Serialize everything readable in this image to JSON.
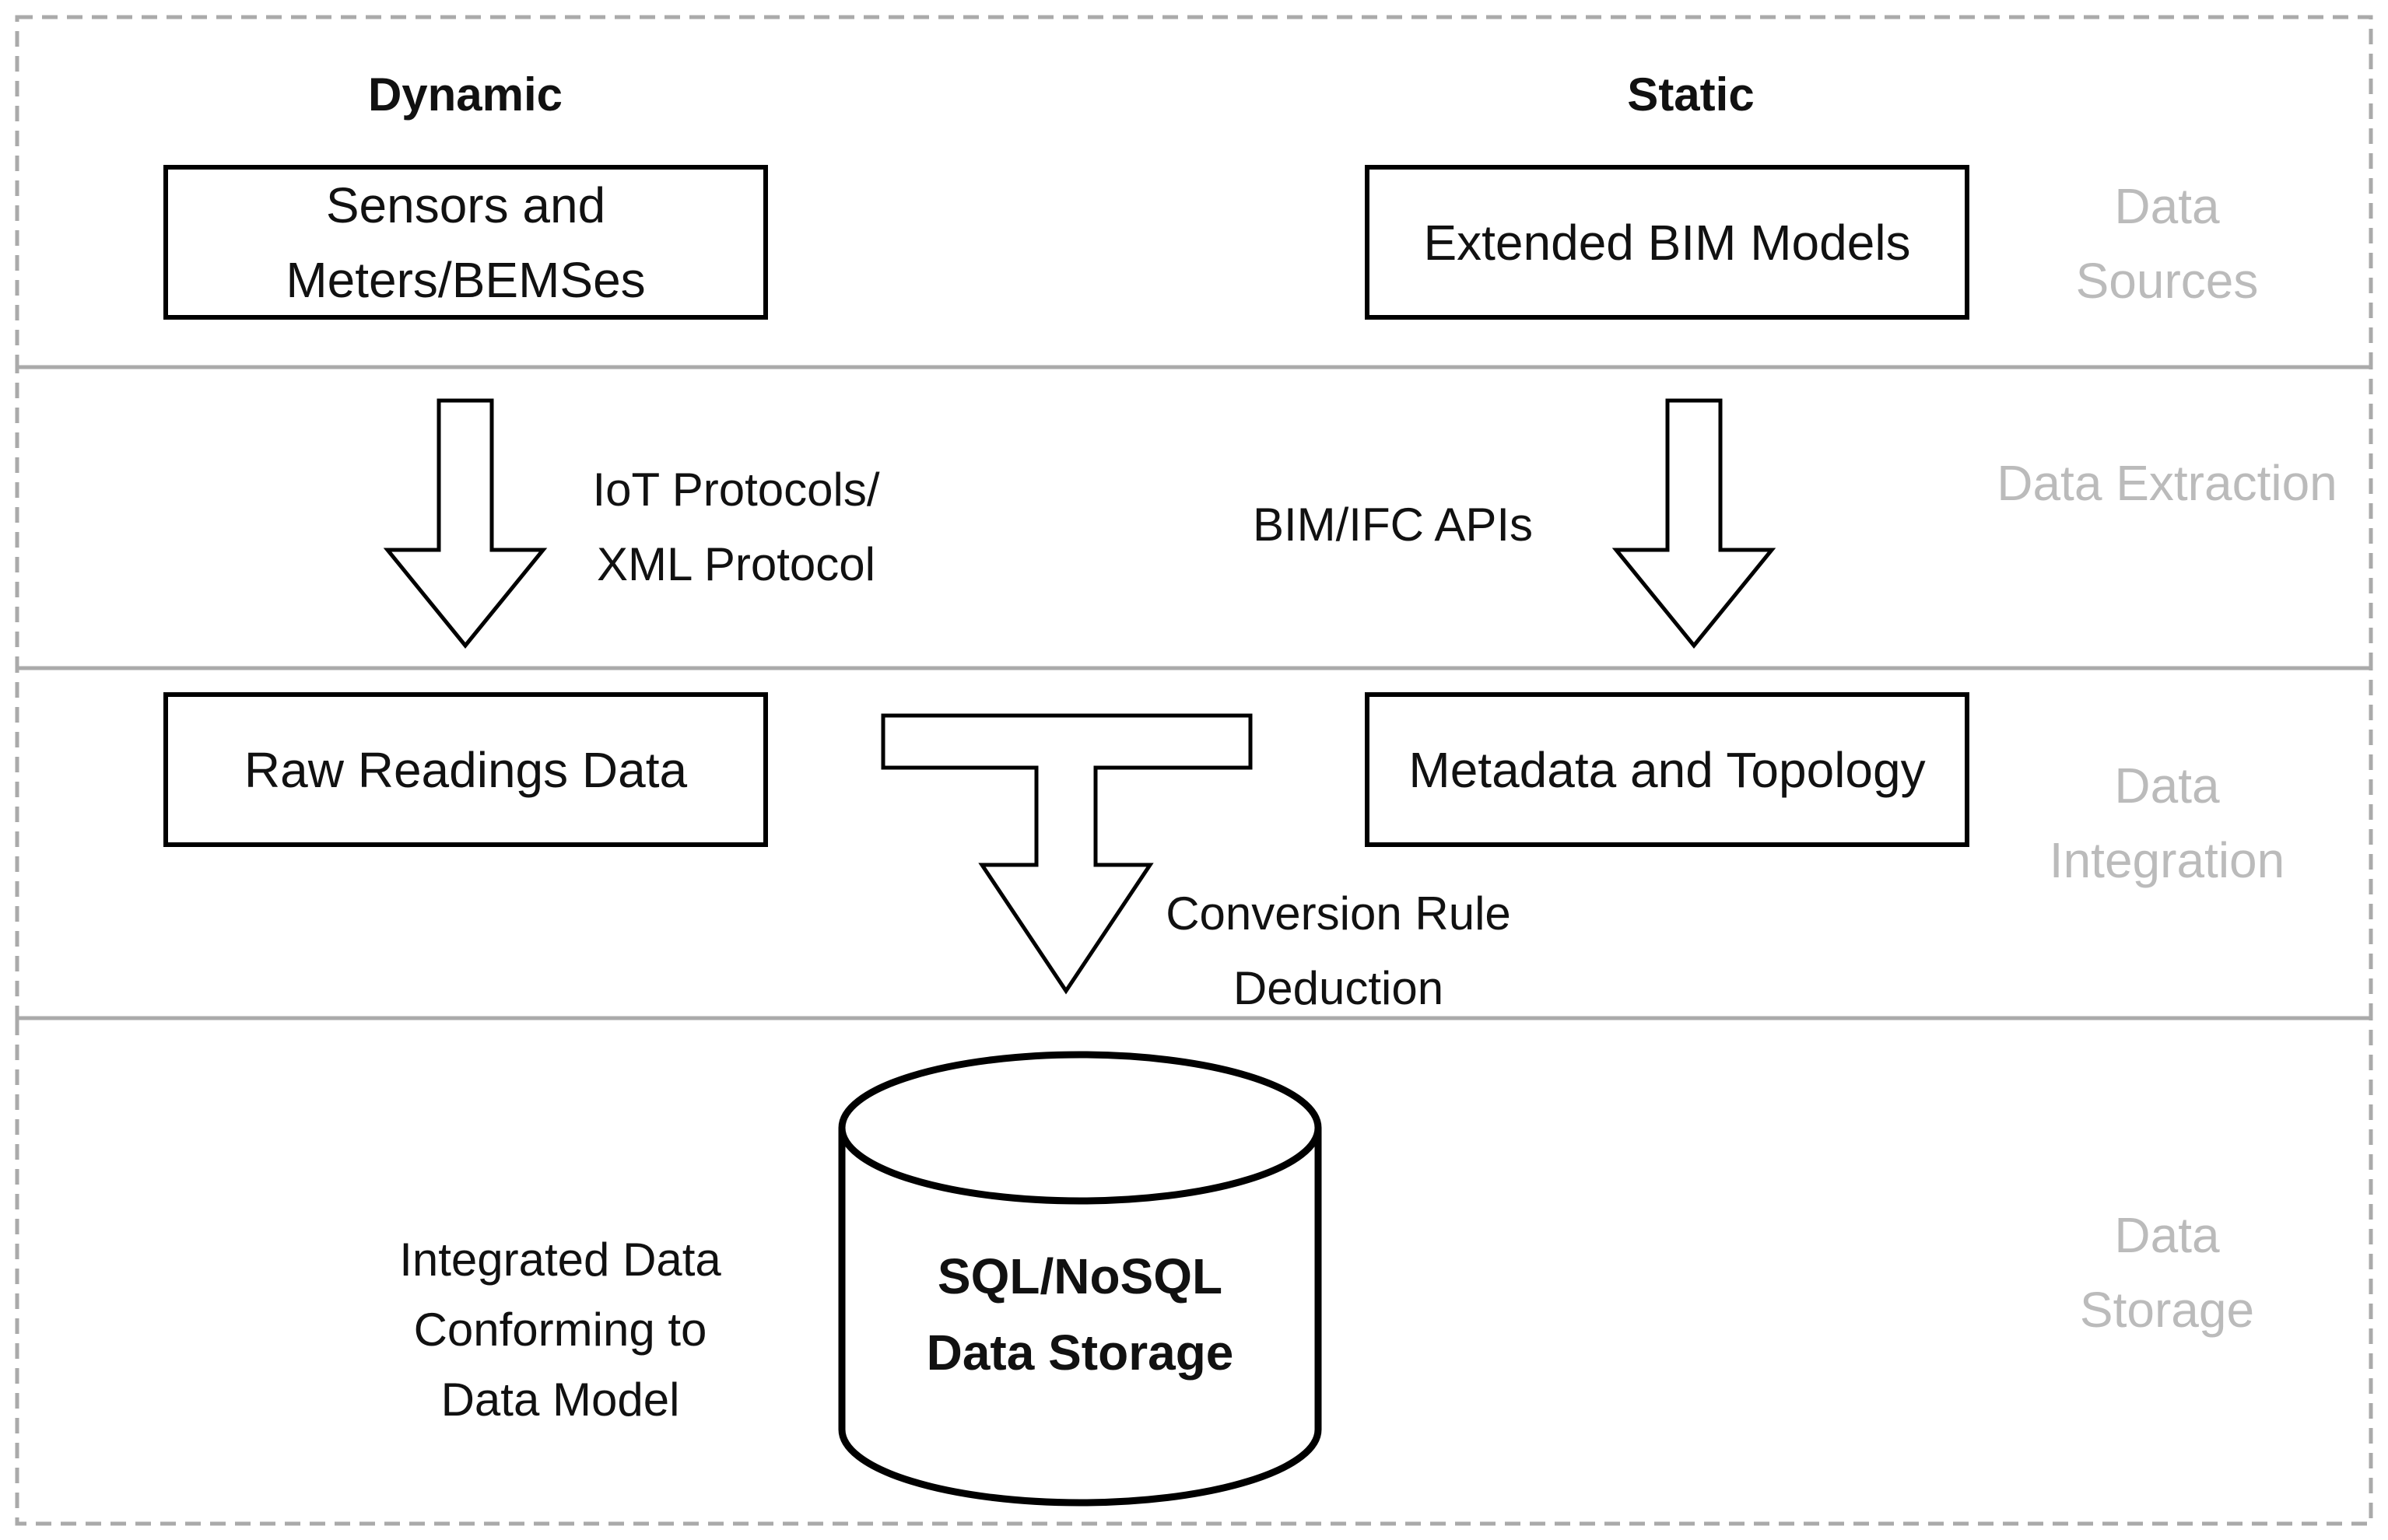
{
  "columns": {
    "dynamic": "Dynamic",
    "static": "Static"
  },
  "layers": {
    "sources": "Data Sources",
    "extraction": "Data Extraction",
    "integration": "Data Integration",
    "storage": "Data Storage"
  },
  "nodes": {
    "sensors": "Sensors and Meters/BEMSes",
    "bim_models": "Extended BIM Models",
    "raw_readings": "Raw Readings Data",
    "metadata": "Metadata and Topology",
    "storage_db": "SQL/NoSQL Data Storage"
  },
  "edge_labels": {
    "iot": "IoT Protocols/ XML Protocol",
    "bim_api": "BIM/IFC APIs",
    "conversion": "Conversion Rule Deduction",
    "integrated": "Integrated Data Conforming to Data Model"
  },
  "colors": {
    "stroke": "#000000",
    "dash_border": "#aaaaaa",
    "layer_label": "#bbbbbb"
  }
}
